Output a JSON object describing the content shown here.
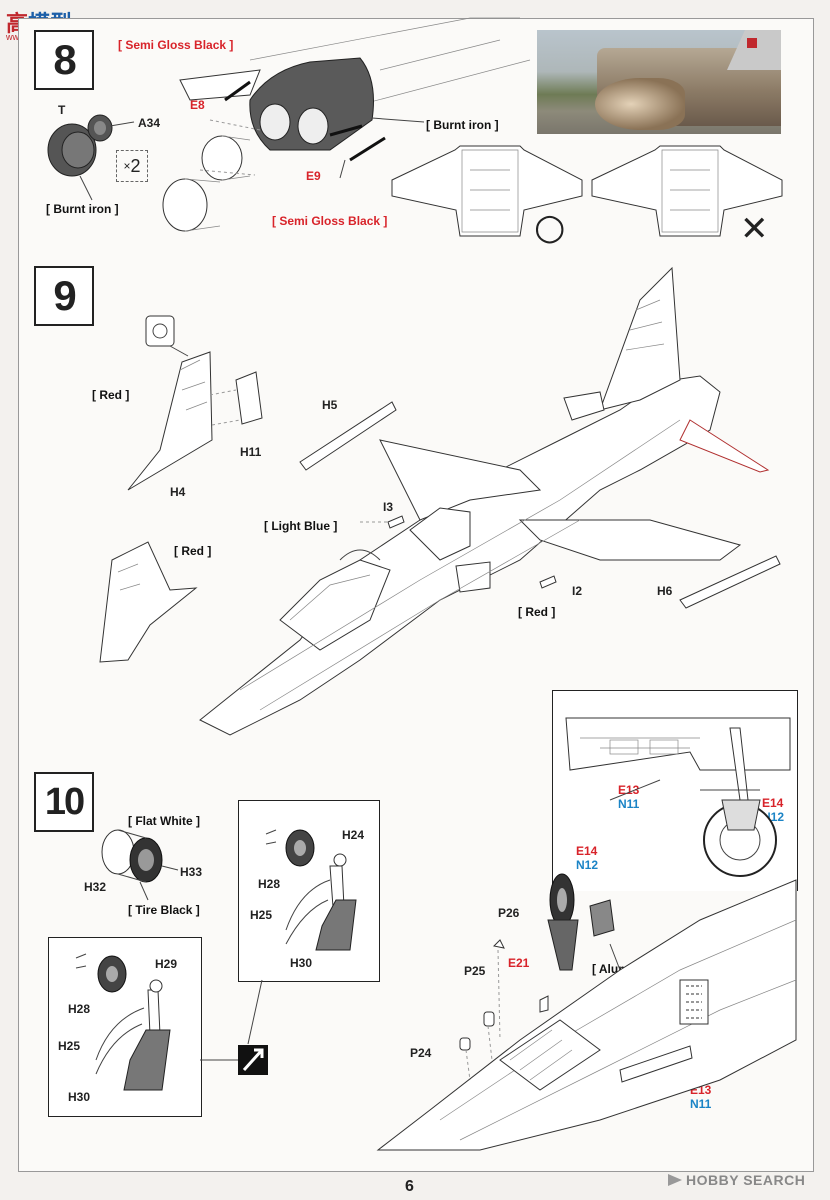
{
  "watermark": {
    "top_left_site_line1": "高",
    "top_left_site_line2": "模型",
    "top_left_site_sub": "www.hmodel.com",
    "bottom_right_brand": "HOBBY SEARCH"
  },
  "page_number": "6",
  "steps": {
    "step8": {
      "number": "8",
      "labels": {
        "semi_gloss_black_top": "[ Semi Gloss Black ]",
        "semi_gloss_black_bottom": "[ Semi Gloss Black ]",
        "burnt_iron_right": "[ Burnt iron ]",
        "burnt_iron_left": "[ Burnt iron ]",
        "part_t": "T",
        "part_a34": "A34",
        "quantity": "2",
        "part_e8": "E8",
        "part_e9": "E9"
      },
      "correct_mark": "○",
      "wrong_mark": "✕"
    },
    "step9": {
      "number": "9",
      "labels": {
        "red_1": "[ Red ]",
        "red_2": "[ Red ]",
        "red_3": "[ Red ]",
        "light_blue": "[ Light Blue ]",
        "part_h4": "H4",
        "part_h5": "H5",
        "part_h6": "H6",
        "part_h11": "H11",
        "part_i2": "I2",
        "part_i3": "I3"
      }
    },
    "step10": {
      "number": "10",
      "labels": {
        "flat_white": "[ Flat White ]",
        "tire_black": "[ Tire Black ]",
        "aluminum": "[ Aluminum ]",
        "part_h32": "H32",
        "part_h33": "H33",
        "part_h24": "H24",
        "part_h28_a": "H28",
        "part_h25_a": "H25",
        "part_h30_a": "H30",
        "part_h29": "H29",
        "part_h28_b": "H28",
        "part_h25_b": "H25",
        "part_h30_b": "H30",
        "part_p26": "P26",
        "part_p25": "P25",
        "part_p24": "P24",
        "part_e21": "E21",
        "part_e14_a": "E14",
        "part_n12_a": "N12",
        "part_e14_b": "E14",
        "part_n12_b": "N12",
        "part_e13_a": "E13",
        "part_n11_a": "N11",
        "part_e13_b": "E13",
        "part_n11_b": "N11"
      }
    }
  },
  "colors": {
    "callout_red": "#d8232a",
    "callout_blue": "#1b84c6"
  }
}
